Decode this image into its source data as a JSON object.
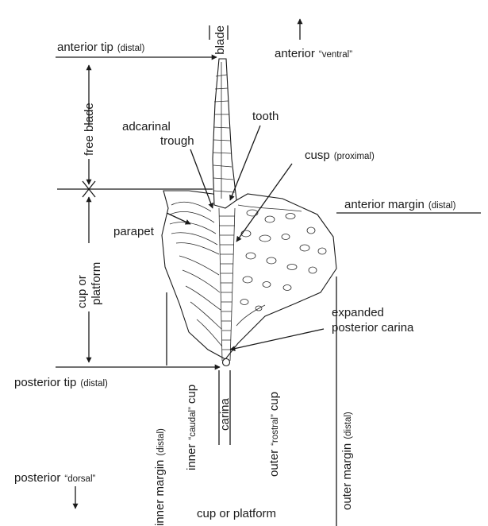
{
  "labels": {
    "blade": "blade",
    "anterior_tip": "anterior tip",
    "anterior_tip_qual": "(distal)",
    "anterior_dir": "anterior",
    "anterior_dir_qual": "“ventral”",
    "free_blade": "free blade",
    "adcarinal_1": "adcarinal",
    "adcarinal_2": "trough",
    "tooth": "tooth",
    "cusp": "cusp",
    "cusp_qual": "(proximal)",
    "anterior_margin": "anterior margin",
    "anterior_margin_qual": "(distal)",
    "parapet": "parapet",
    "cup_1": "cup or",
    "cup_2": "platform",
    "expanded_1": "expanded",
    "expanded_2": "posterior carina",
    "posterior_tip": "posterior tip",
    "posterior_tip_qual": "(distal)",
    "inner_margin": "inner margin",
    "inner_margin_qual": "(distal)",
    "inner_cup_a": "inner",
    "inner_cup_b": "“caudal”",
    "inner_cup_c": "cup",
    "carina": "carina",
    "outer_cup_a": "outer",
    "outer_cup_b": "“rostral”",
    "outer_cup_c": "cup",
    "outer_margin": "outer margin",
    "outer_margin_qual": "(distal)",
    "posterior_dir": "posterior",
    "posterior_dir_qual": "“dorsal”",
    "bottom": "cup or platform"
  }
}
